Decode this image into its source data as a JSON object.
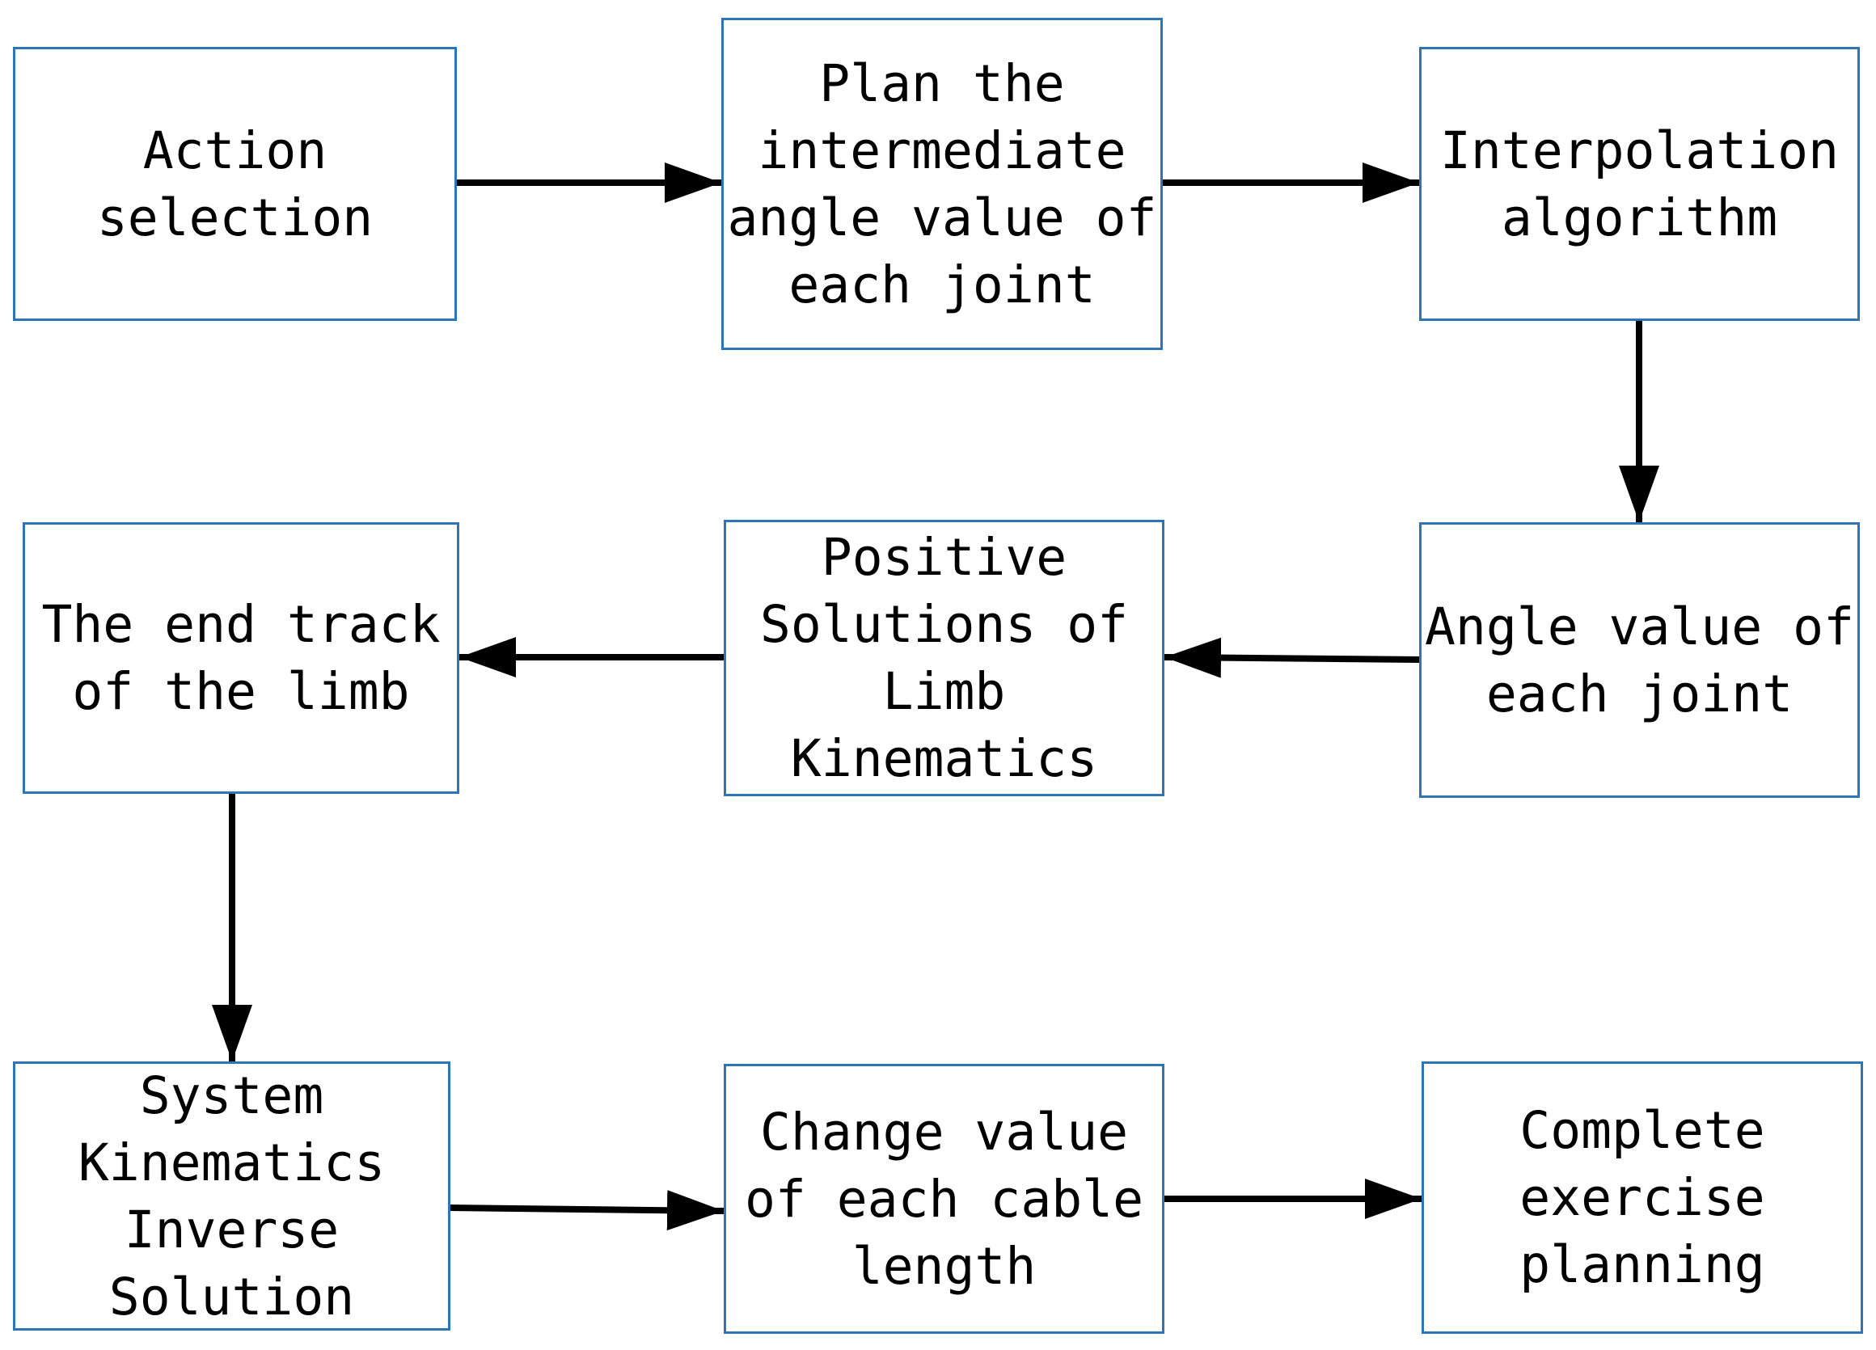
{
  "diagram": {
    "colors": {
      "box_border": "#2e75b6",
      "arrow": "#000000",
      "text": "#000000",
      "background": "#ffffff"
    },
    "nodes": [
      {
        "id": "action-selection",
        "label": "Action\nselection"
      },
      {
        "id": "plan-intermediate-angle",
        "label": "Plan the\nintermediate\nangle value of\neach joint"
      },
      {
        "id": "interpolation-algorithm",
        "label": "Interpolation\nalgorithm"
      },
      {
        "id": "end-track-of-limb",
        "label": "The end track\nof the limb"
      },
      {
        "id": "positive-solutions",
        "label": "Positive\nSolutions of\nLimb\nKinematics"
      },
      {
        "id": "angle-value-each-joint",
        "label": "Angle value of\neach joint"
      },
      {
        "id": "system-kinematics-inverse",
        "label": "System\nKinematics\nInverse\nSolution"
      },
      {
        "id": "change-cable-length",
        "label": "Change value\nof each cable\nlength"
      },
      {
        "id": "complete-exercise-planning",
        "label": "Complete\nexercise\nplanning"
      }
    ],
    "edges": [
      {
        "from": "action-selection",
        "to": "plan-intermediate-angle"
      },
      {
        "from": "plan-intermediate-angle",
        "to": "interpolation-algorithm"
      },
      {
        "from": "interpolation-algorithm",
        "to": "angle-value-each-joint"
      },
      {
        "from": "angle-value-each-joint",
        "to": "positive-solutions"
      },
      {
        "from": "positive-solutions",
        "to": "end-track-of-limb"
      },
      {
        "from": "end-track-of-limb",
        "to": "system-kinematics-inverse"
      },
      {
        "from": "system-kinematics-inverse",
        "to": "change-cable-length"
      },
      {
        "from": "change-cable-length",
        "to": "complete-exercise-planning"
      }
    ]
  }
}
